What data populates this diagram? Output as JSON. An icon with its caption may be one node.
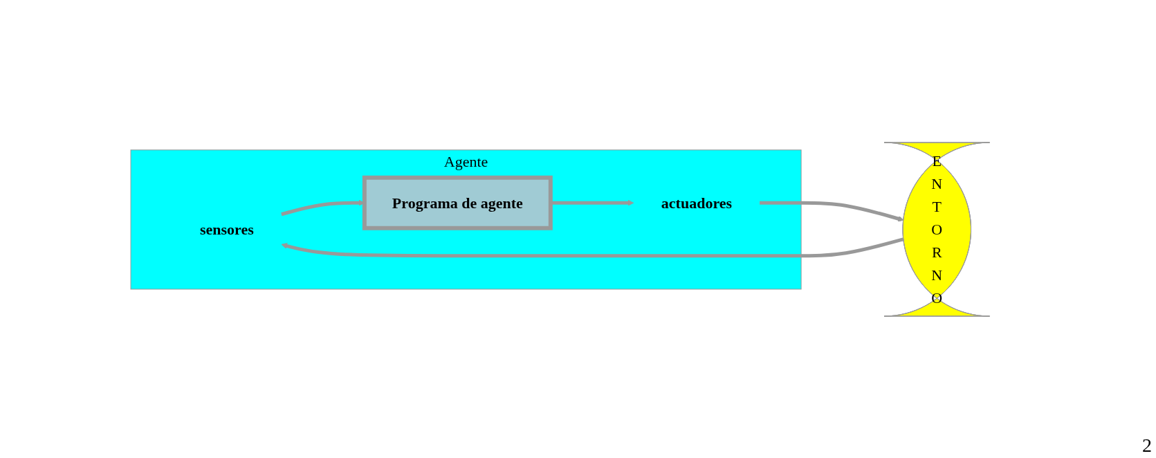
{
  "diagram": {
    "nodes": [
      {
        "text": [
          "Agente"
        ]
      },
      {
        "text": [
          "sensores"
        ],
        "in": 0
      },
      {
        "text": [
          "Programa de agente"
        ],
        "in": 0
      },
      {
        "text": [
          "actuadores"
        ],
        "in": 0
      },
      {
        "text": [
          "E N T O R N O"
        ]
      }
    ],
    "edges": [
      {
        "from": 4,
        "to": 1,
        "arrow": "to"
      },
      {
        "from": 1,
        "to": 2,
        "arrow": "to"
      },
      {
        "from": 2,
        "to": 3,
        "arrow": "to"
      },
      {
        "from": 3,
        "to": 4,
        "arrow": "to"
      }
    ],
    "labels": [
      "2"
    ]
  }
}
